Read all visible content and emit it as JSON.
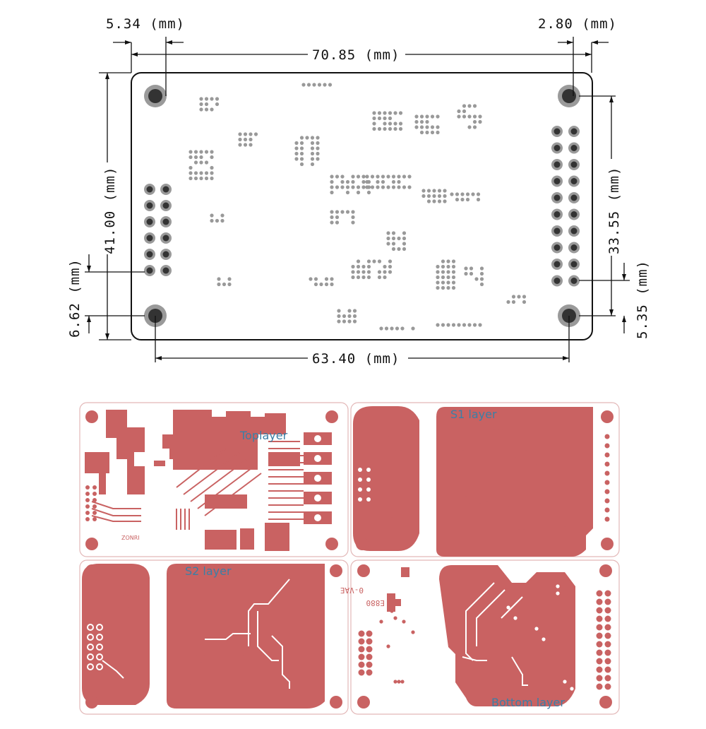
{
  "dimensions": {
    "top_left_offset": "5.34 (mm)",
    "top_right_offset": "2.80 (mm)",
    "overall_width": "70.85 (mm)",
    "overall_height": "41.00 (mm)",
    "hole_vertical_spacing": "33.55 (mm)",
    "left_bottom_offset": "6.62 (mm)",
    "right_bottom_offset": "5.35 (mm)",
    "hole_horizontal_spacing": "63.40 (mm)"
  },
  "layers": {
    "top": "Toplayer",
    "s1": "S1 layer",
    "s2": "S2 layer",
    "bottom": "Bottom layer"
  },
  "silkscreen": {
    "board_text": "ZONRI",
    "version_text_1": "0-VAE",
    "version_text_2": "E880"
  },
  "colors": {
    "copper": "#c96262",
    "board_outline": "#111111",
    "hole_ring": "#8a8a8a",
    "label": "#3b7fa6"
  }
}
